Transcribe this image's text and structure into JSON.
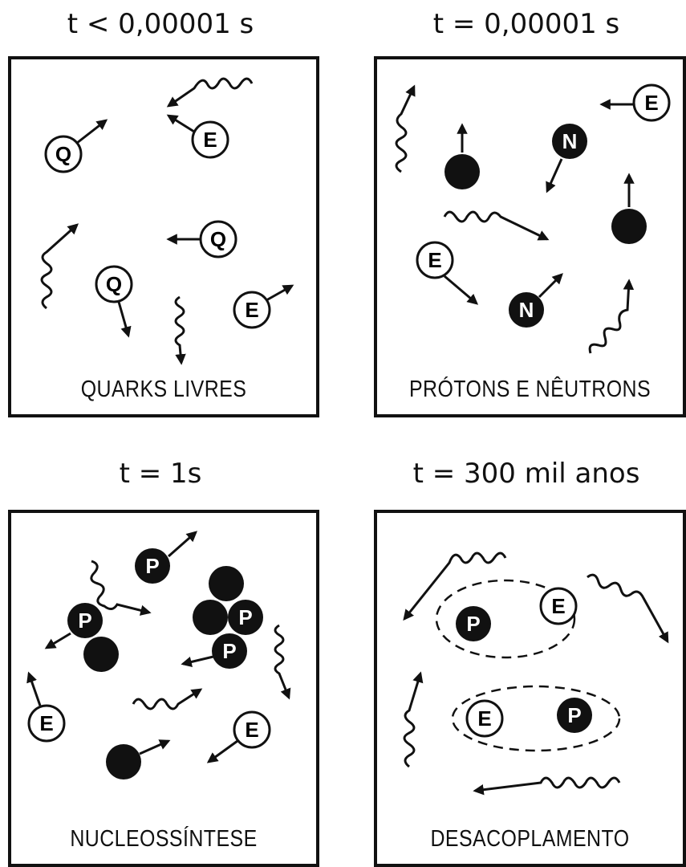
{
  "panels": [
    {
      "time": "t < 0,00001 s",
      "caption": "QUARKS LIVRES"
    },
    {
      "time": "t = 0,00001 s",
      "caption": "PRÓTONS E NÊUTRONS"
    },
    {
      "time": "t = 1s",
      "caption": "NUCLEOSSÍNTESE"
    },
    {
      "time": "t = 300 mil anos",
      "caption": "DESACOPLAMENTO"
    }
  ],
  "particles": {
    "quark": "Q",
    "electron": "E",
    "neutron": "N",
    "proton": "P"
  }
}
